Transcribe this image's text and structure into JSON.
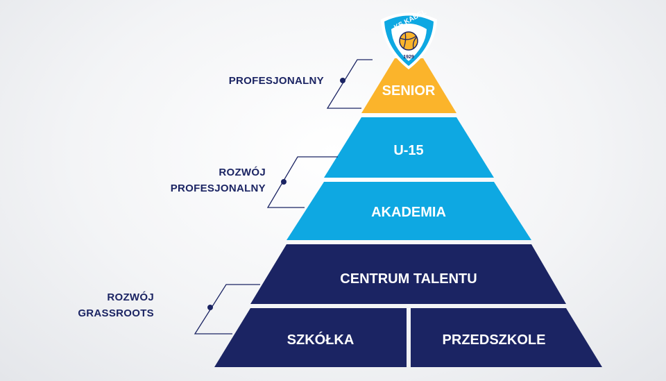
{
  "colors": {
    "senior": "#fbb42b",
    "development": "#0ea8e2",
    "grassroots": "#1b2463",
    "bracket": "#1b2463"
  },
  "logo": {
    "name": "KS KABEL",
    "year": "1929",
    "icon": "volleyball-icon"
  },
  "tiers": {
    "senior": "SENIOR",
    "u15": "U-15",
    "akademia": "AKADEMIA",
    "centrum": "CENTRUM TALENTU",
    "szkolka": "SZKÓŁKA",
    "przedszkole": "PRZEDSZKOLE"
  },
  "groups": {
    "professional": [
      "PROFESJONALNY"
    ],
    "development": [
      "ROZWÓJ",
      "PROFESJONALNY"
    ],
    "grassroots": [
      "ROZWÓJ",
      "GRASSROOTS"
    ]
  }
}
